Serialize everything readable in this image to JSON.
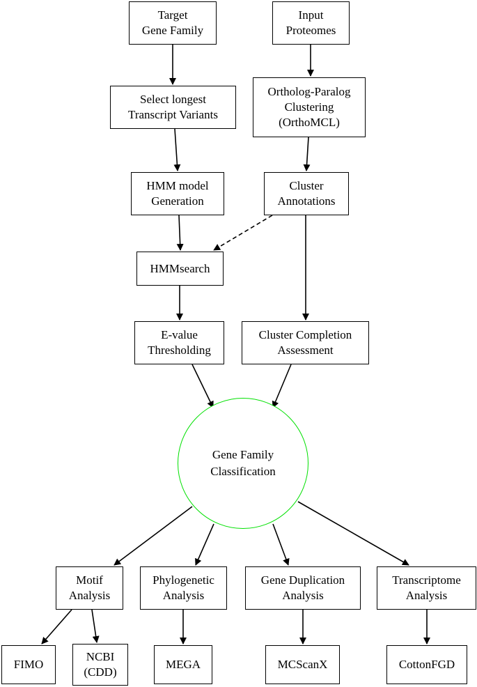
{
  "diagram": {
    "nodes": {
      "target_gene_family": [
        "Target",
        "Gene Family"
      ],
      "input_proteomes": [
        "Input",
        "Proteomes"
      ],
      "select_longest": [
        "Select longest",
        "Transcript Variants"
      ],
      "orthomcl": [
        "Ortholog-Paralog",
        "Clustering",
        "(OrthoMCL)"
      ],
      "hmm_model": [
        "HMM model",
        "Generation"
      ],
      "cluster_annotations": [
        "Cluster",
        "Annotations"
      ],
      "hmmsearch": [
        "HMMsearch"
      ],
      "evalue": [
        "E-value",
        "Thresholding"
      ],
      "cluster_completion": [
        "Cluster Completion",
        "Assessment"
      ],
      "gene_family_classification": [
        "Gene Family",
        "Classification"
      ],
      "motif": [
        "Motif",
        "Analysis"
      ],
      "phylogenetic": [
        "Phylogenetic",
        "Analysis"
      ],
      "gene_duplication": [
        "Gene Duplication",
        "Analysis"
      ],
      "transcriptome": [
        "Transcriptome",
        "Analysis"
      ],
      "fimo": [
        "FIMO"
      ],
      "ncbi": [
        "NCBI",
        "(CDD)"
      ],
      "mega": [
        "MEGA"
      ],
      "mcscanx": [
        "MCScanX"
      ],
      "cottonfgd": [
        "CottonFGD"
      ]
    },
    "edges": [
      {
        "from": "target_gene_family",
        "to": "select_longest",
        "style": "solid"
      },
      {
        "from": "input_proteomes",
        "to": "orthomcl",
        "style": "solid"
      },
      {
        "from": "select_longest",
        "to": "hmm_model",
        "style": "solid"
      },
      {
        "from": "orthomcl",
        "to": "cluster_annotations",
        "style": "solid"
      },
      {
        "from": "hmm_model",
        "to": "hmmsearch",
        "style": "solid"
      },
      {
        "from": "cluster_annotations",
        "to": "hmmsearch",
        "style": "dashed"
      },
      {
        "from": "cluster_annotations",
        "to": "cluster_completion",
        "style": "solid"
      },
      {
        "from": "hmmsearch",
        "to": "evalue",
        "style": "solid"
      },
      {
        "from": "evalue",
        "to": "gene_family_classification",
        "style": "solid"
      },
      {
        "from": "cluster_completion",
        "to": "gene_family_classification",
        "style": "solid"
      },
      {
        "from": "gene_family_classification",
        "to": "motif",
        "style": "solid"
      },
      {
        "from": "gene_family_classification",
        "to": "phylogenetic",
        "style": "solid"
      },
      {
        "from": "gene_family_classification",
        "to": "gene_duplication",
        "style": "solid"
      },
      {
        "from": "gene_family_classification",
        "to": "transcriptome",
        "style": "solid"
      },
      {
        "from": "motif",
        "to": "fimo",
        "style": "solid"
      },
      {
        "from": "motif",
        "to": "ncbi",
        "style": "solid"
      },
      {
        "from": "phylogenetic",
        "to": "mega",
        "style": "solid"
      },
      {
        "from": "gene_duplication",
        "to": "mcscanx",
        "style": "solid"
      },
      {
        "from": "transcriptome",
        "to": "cottonfgd",
        "style": "solid"
      }
    ],
    "colors": {
      "stroke": "#000000",
      "classification_circle": "#00e000",
      "background": "#ffffff"
    }
  }
}
